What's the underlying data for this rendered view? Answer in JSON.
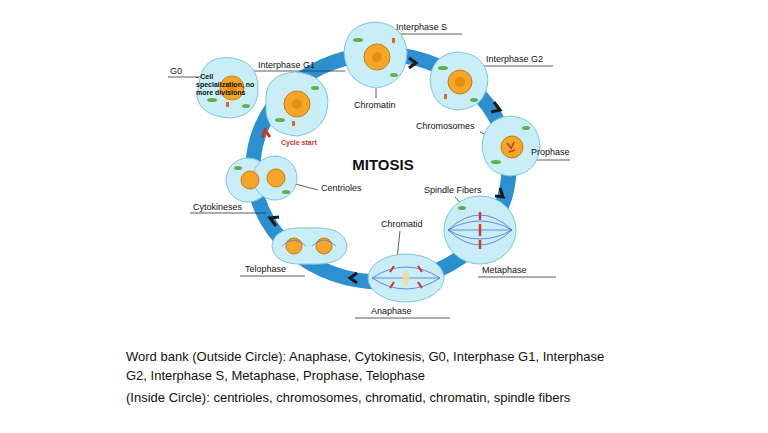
{
  "diagram": {
    "title": "MITOSIS",
    "labels": [
      "G0",
      "- Cell specialization, no more divisions",
      "Interphase G1",
      "Interphase S",
      "Interphase G2",
      "Chromatin",
      "Chromosomes",
      "Prophase",
      "Cycle start",
      "Centrioles",
      "Cytokineses",
      "Spindle Fibers",
      "Chromatid",
      "Metaphase",
      "Telophase",
      "Anaphase",
      "Word bank (Outside Circle): Anaphase, Cytokinesis, G0, Interphase G1, Interphase G2, Interphase S, Metaphase, Prophase, Telophase",
      "(Inside Circle): centrioles, chromosomes, chromatid, chromatin, spindle fibers"
    ]
  }
}
